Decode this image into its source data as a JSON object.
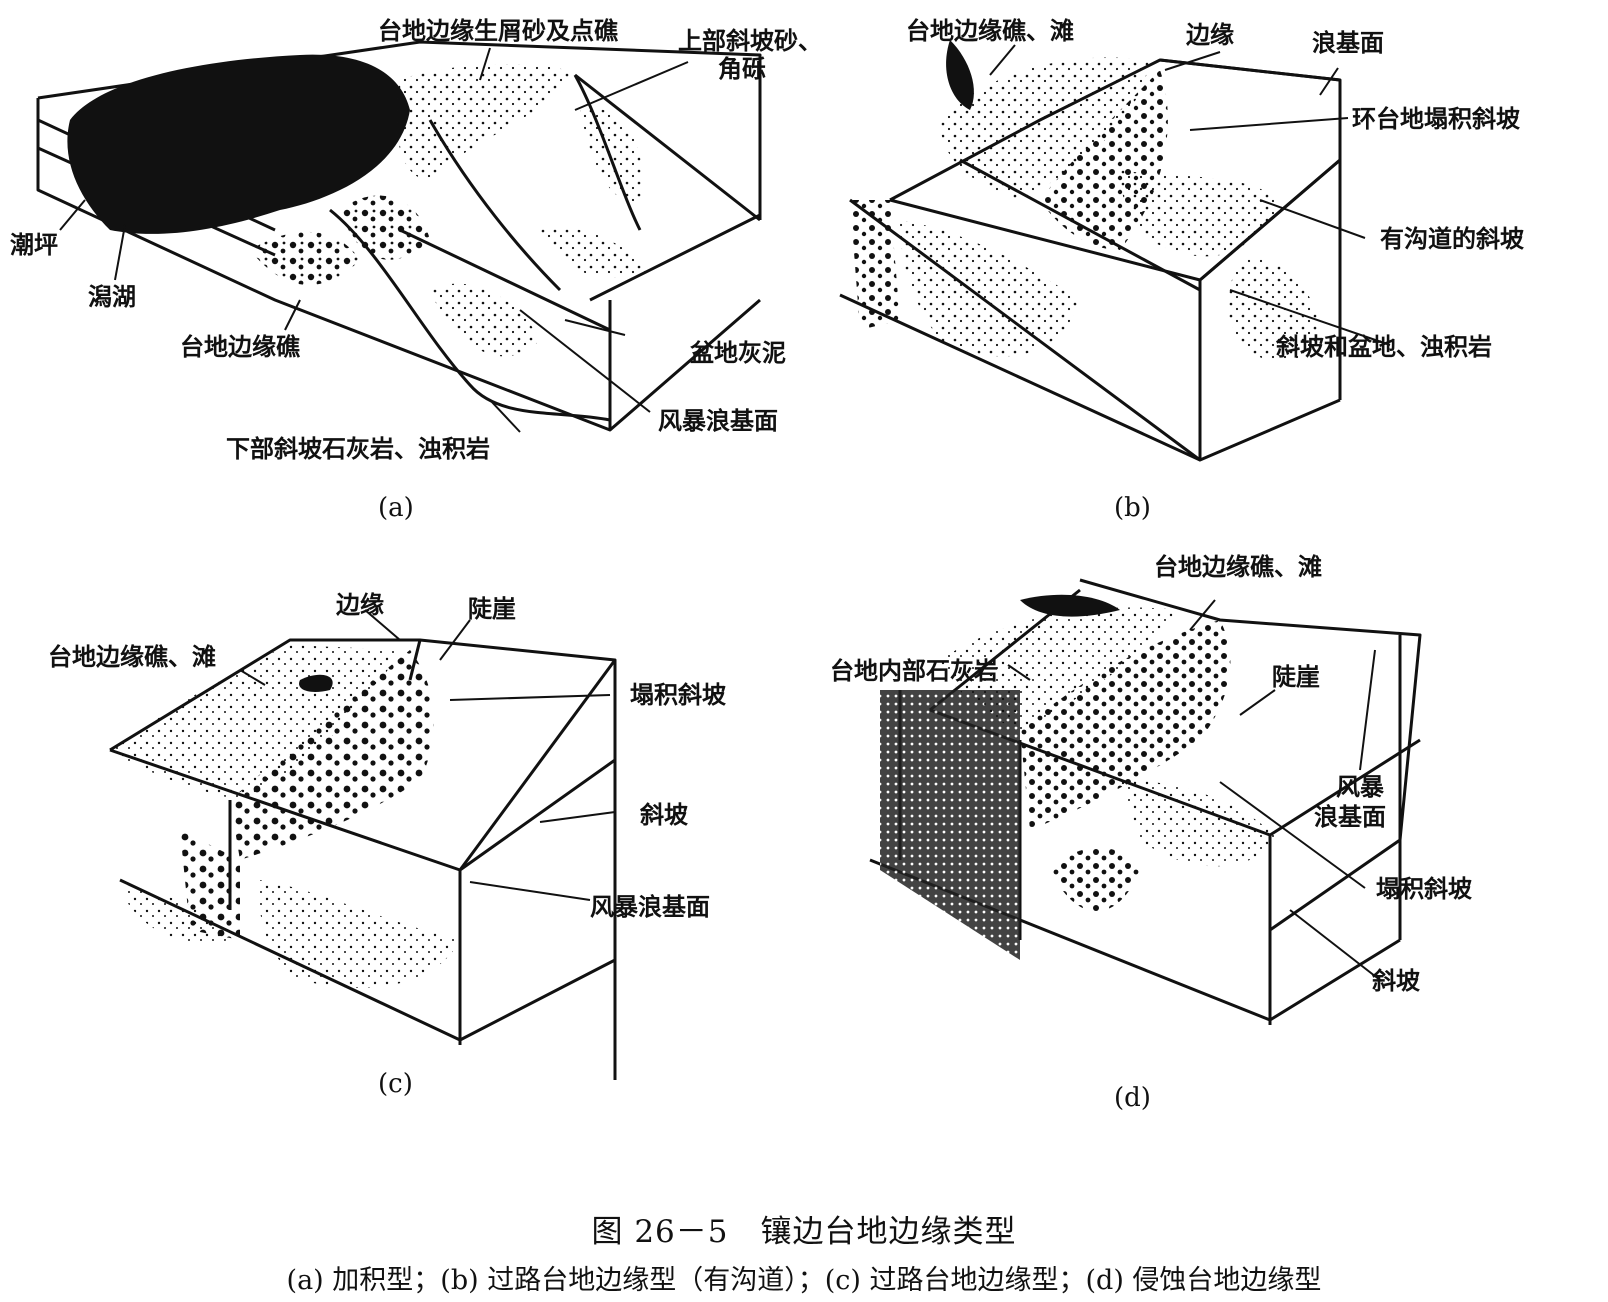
{
  "panels": [
    {
      "id": "a",
      "sublabel": "(a)",
      "labels": [
        "台地边缘生屑砂及点礁",
        "上部斜坡砂、",
        "角砾",
        "潮坪",
        "潟湖",
        "台地边缘礁",
        "盆地灰泥",
        "风暴浪基面",
        "下部斜坡石灰岩、浊积岩"
      ]
    },
    {
      "id": "b",
      "sublabel": "(b)",
      "labels": [
        "台地边缘礁、滩",
        "边缘",
        "浪基面",
        "环台地塌积斜坡",
        "有沟道的斜坡",
        "斜坡和盆地、浊积岩"
      ]
    },
    {
      "id": "c",
      "sublabel": "(c)",
      "labels": [
        "边缘",
        "陡崖",
        "台地边缘礁、滩",
        "塌积斜坡",
        "斜坡",
        "风暴浪基面"
      ]
    },
    {
      "id": "d",
      "sublabel": "(d)",
      "labels": [
        "台地边缘礁、滩",
        "台地内部石灰岩",
        "陡崖",
        "风暴",
        "浪基面",
        "塌积斜坡",
        "斜坡"
      ]
    }
  ],
  "caption": {
    "title": "图 26－5　镶边台地边缘类型",
    "subtitle": "(a) 加积型；(b) 过路台地边缘型（有沟道）；(c) 过路台地边缘型；(d) 侵蚀台地边缘型"
  }
}
